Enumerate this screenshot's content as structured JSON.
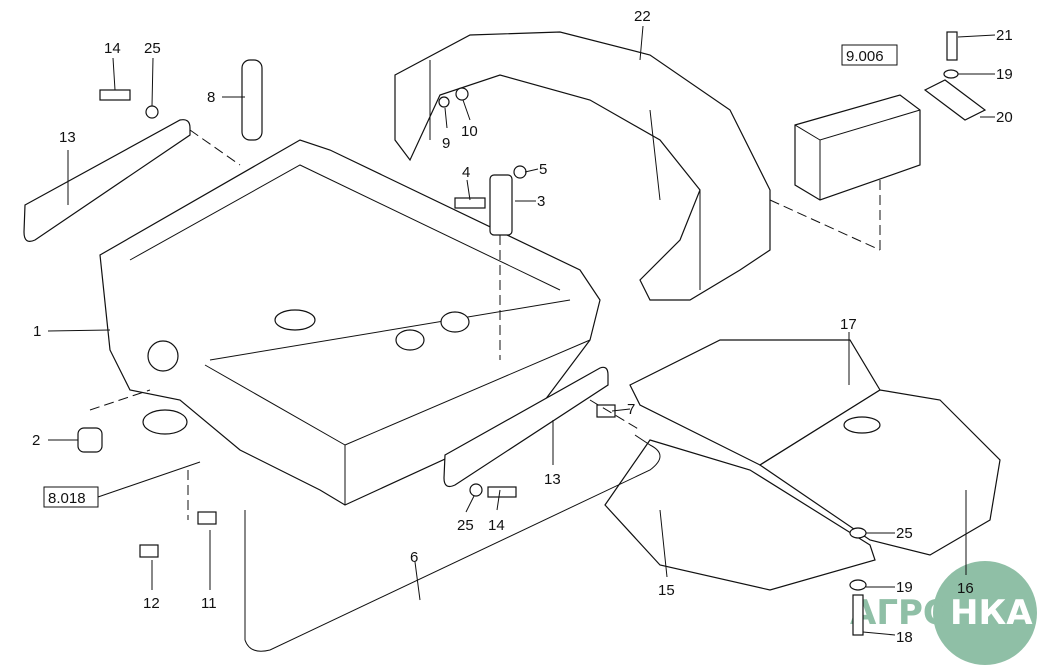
{
  "callouts": [
    {
      "id": "c1",
      "label": "1"
    },
    {
      "id": "c2",
      "label": "2"
    },
    {
      "id": "c3",
      "label": "3"
    },
    {
      "id": "c4",
      "label": "4"
    },
    {
      "id": "c5",
      "label": "5"
    },
    {
      "id": "c6",
      "label": "6"
    },
    {
      "id": "c7",
      "label": "7"
    },
    {
      "id": "c8",
      "label": "8"
    },
    {
      "id": "c9",
      "label": "9"
    },
    {
      "id": "c10",
      "label": "10"
    },
    {
      "id": "c11",
      "label": "11"
    },
    {
      "id": "c12",
      "label": "12"
    },
    {
      "id": "c13a",
      "label": "13"
    },
    {
      "id": "c13b",
      "label": "13"
    },
    {
      "id": "c14a",
      "label": "14"
    },
    {
      "id": "c14b",
      "label": "14"
    },
    {
      "id": "c15",
      "label": "15"
    },
    {
      "id": "c16",
      "label": "16"
    },
    {
      "id": "c17",
      "label": "17"
    },
    {
      "id": "c18",
      "label": "18"
    },
    {
      "id": "c19a",
      "label": "19"
    },
    {
      "id": "c19b",
      "label": "19"
    },
    {
      "id": "c20",
      "label": "20"
    },
    {
      "id": "c21",
      "label": "21"
    },
    {
      "id": "c22",
      "label": "22"
    },
    {
      "id": "c25a",
      "label": "25"
    },
    {
      "id": "c25b",
      "label": "25"
    },
    {
      "id": "c25c",
      "label": "25"
    }
  ],
  "references": [
    {
      "label": "8.018"
    },
    {
      "label": "9.006"
    }
  ],
  "logo": {
    "left": "АГРО",
    "right": "НКА",
    "color": "#8fbfa6"
  }
}
